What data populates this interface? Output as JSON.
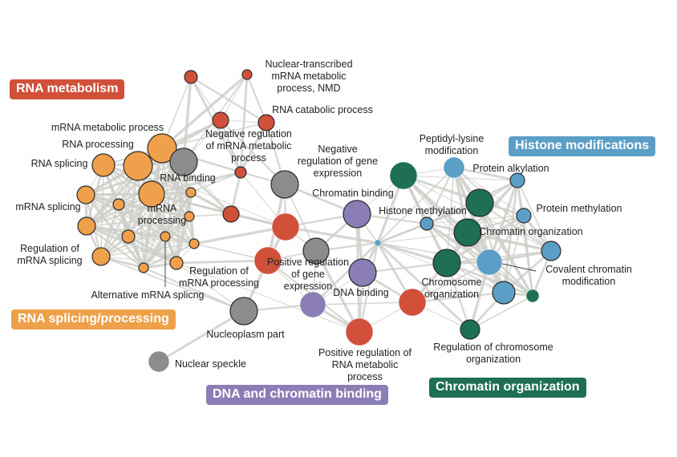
{
  "figure": {
    "type": "network",
    "colors": {
      "rna_metabolism": "#d0503a",
      "rna_splicing": "#eea04a",
      "histone": "#5b9ec6",
      "chromatin": "#1f6e56",
      "dna_binding": "#8b7db5",
      "other": "#8c8c8c",
      "edge": "#cfcfca"
    },
    "clusters": [
      {
        "id": "rna_metabolism",
        "label": "RNA metabolism",
        "color": "#d0503a"
      },
      {
        "id": "rna_splicing",
        "label": "RNA splicing/processing",
        "color": "#eea04a"
      },
      {
        "id": "histone",
        "label": "Histone modifications",
        "color": "#5b9ec6"
      },
      {
        "id": "chromatin",
        "label": "Chromatin organization",
        "color": "#1f6e56"
      },
      {
        "id": "dna_binding",
        "label": "DNA and chromatin binding",
        "color": "#8b7db5"
      }
    ],
    "nodes": [
      {
        "id": "n1",
        "group": "rna_metabolism",
        "label": ""
      },
      {
        "id": "n2",
        "group": "rna_metabolism",
        "label": "Nuclear-transcribed mRNA metabolic process, NMD"
      },
      {
        "id": "n3",
        "group": "rna_metabolism",
        "label": "RNA catabolic process"
      },
      {
        "id": "n4",
        "group": "rna_metabolism",
        "label": "Negative regulation of mRNA metabolic process"
      },
      {
        "id": "n5",
        "group": "rna_metabolism",
        "label": ""
      },
      {
        "id": "n6",
        "group": "rna_metabolism",
        "label": ""
      },
      {
        "id": "n7",
        "group": "rna_metabolism",
        "label": ""
      },
      {
        "id": "n8",
        "group": "rna_metabolism",
        "label": "Positive regulation of gene expression"
      },
      {
        "id": "n9",
        "group": "rna_metabolism",
        "label": "Positive regulation of RNA metabolic process"
      },
      {
        "id": "n10",
        "group": "rna_metabolism",
        "label": ""
      },
      {
        "id": "o1",
        "group": "rna_splicing",
        "label": "mRNA metabolic process"
      },
      {
        "id": "o2",
        "group": "rna_splicing",
        "label": "RNA processing"
      },
      {
        "id": "o3",
        "group": "rna_splicing",
        "label": "RNA splicing"
      },
      {
        "id": "o4",
        "group": "rna_splicing",
        "label": "mRNA processing"
      },
      {
        "id": "o5",
        "group": "rna_splicing",
        "label": "mRNA splicing"
      },
      {
        "id": "o6",
        "group": "rna_splicing",
        "label": ""
      },
      {
        "id": "o7",
        "group": "rna_splicing",
        "label": ""
      },
      {
        "id": "o8",
        "group": "rna_splicing",
        "label": "Regulation of mRNA splicing"
      },
      {
        "id": "o9",
        "group": "rna_splicing",
        "label": ""
      },
      {
        "id": "o10",
        "group": "rna_splicing",
        "label": "Alternative mRNA splicng"
      },
      {
        "id": "o11",
        "group": "rna_splicing",
        "label": ""
      },
      {
        "id": "o12",
        "group": "rna_splicing",
        "label": ""
      },
      {
        "id": "o13",
        "group": "rna_splicing",
        "label": ""
      },
      {
        "id": "o14",
        "group": "rna_splicing",
        "label": ""
      },
      {
        "id": "o15",
        "group": "rna_splicing",
        "label": "Regulation of mRNA processing"
      },
      {
        "id": "g1",
        "group": "other",
        "label": "RNA binding"
      },
      {
        "id": "g2",
        "group": "other",
        "label": "Negative regulation of gene expression"
      },
      {
        "id": "g3",
        "group": "other",
        "label": ""
      },
      {
        "id": "g4",
        "group": "other",
        "label": "Nucleoplasm part"
      },
      {
        "id": "g5",
        "group": "other",
        "label": "Nuclear speckle"
      },
      {
        "id": "p1",
        "group": "dna_binding",
        "label": "Chromatin binding"
      },
      {
        "id": "p2",
        "group": "dna_binding",
        "label": "DNA binding"
      },
      {
        "id": "p3",
        "group": "dna_binding",
        "label": ""
      },
      {
        "id": "b1",
        "group": "histone",
        "label": "Peptidyl-lysine modification"
      },
      {
        "id": "b2",
        "group": "histone",
        "label": "Protein alkylation"
      },
      {
        "id": "b3",
        "group": "histone",
        "label": "Protein methylation"
      },
      {
        "id": "b4",
        "group": "histone",
        "label": "Histone methylation"
      },
      {
        "id": "b5",
        "group": "histone",
        "label": "Covalent chromatin modification"
      },
      {
        "id": "b6",
        "group": "histone",
        "label": ""
      },
      {
        "id": "b7",
        "group": "histone",
        "label": ""
      },
      {
        "id": "b8",
        "group": "histone",
        "label": ""
      },
      {
        "id": "c1",
        "group": "chromatin",
        "label": ""
      },
      {
        "id": "c2",
        "group": "chromatin",
        "label": ""
      },
      {
        "id": "c3",
        "group": "chromatin",
        "label": "Chromatin organization"
      },
      {
        "id": "c4",
        "group": "chromatin",
        "label": "Chromosome organization"
      },
      {
        "id": "c5",
        "group": "chromatin",
        "label": ""
      },
      {
        "id": "c6",
        "group": "chromatin",
        "label": "Regulation of chromosome organization"
      }
    ],
    "label_lines": {
      "n2": [
        "Nuclear-transcribed",
        "mRNA metabolic",
        "process, NMD"
      ],
      "n3": [
        "RNA catabolic process"
      ],
      "n4": [
        "Negative regulation",
        "of mRNA metabolic",
        "process"
      ],
      "n8": [
        "Positive regulation",
        "of gene",
        "expression"
      ],
      "n9": [
        "Positive regulation of",
        "RNA metabolic",
        "process"
      ],
      "o1": [
        "mRNA metabolic process"
      ],
      "o2": [
        "RNA processing"
      ],
      "o3": [
        "RNA splicing"
      ],
      "o4": [
        "mRNA",
        "processing"
      ],
      "o5": [
        "mRNA splicing"
      ],
      "o8": [
        "Regulation of",
        "mRNA splicing"
      ],
      "o10": [
        "Alternative mRNA splicng"
      ],
      "o15": [
        "Regulation of",
        "mRNA processing"
      ],
      "g1": [
        "RNA binding"
      ],
      "g2": [
        "Negative",
        "regulation of gene",
        "expression"
      ],
      "g4": [
        "Nucleoplasm part"
      ],
      "g5": [
        "Nuclear speckle"
      ],
      "p1": [
        "Chromatin binding"
      ],
      "p2": [
        "DNA binding"
      ],
      "b1": [
        "Peptidyl-lysine",
        "modification"
      ],
      "b2": [
        "Protein alkylation"
      ],
      "b3": [
        "Protein methylation"
      ],
      "b4": [
        "Histone methylation"
      ],
      "b5": [
        "Covalent chromatin",
        "modification"
      ],
      "c3": [
        "Chromatin organization"
      ],
      "c4": [
        "Chromosome",
        "organization"
      ],
      "c6": [
        "Regulation of chromosome",
        "organization"
      ]
    }
  }
}
